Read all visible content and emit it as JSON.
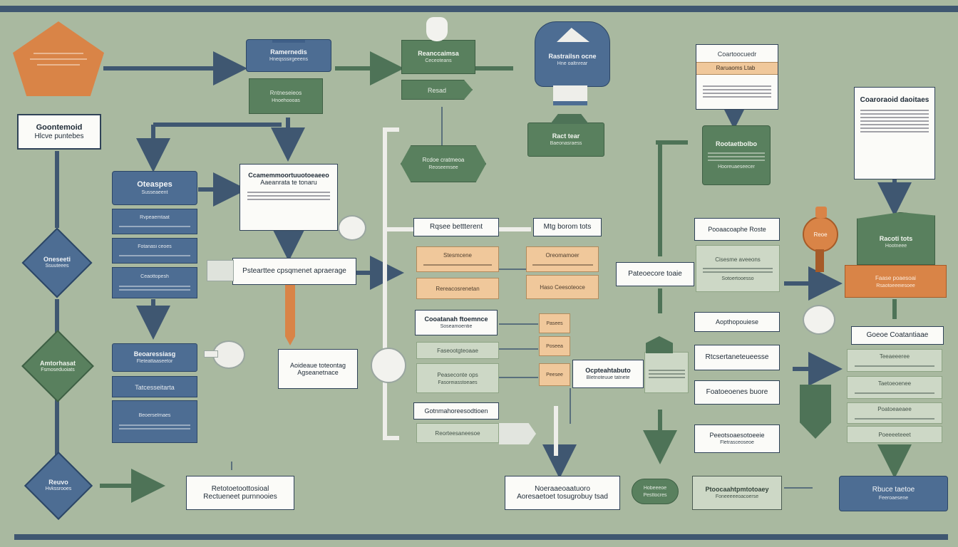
{
  "top_left_card": {
    "title": "Goontemoid",
    "sub": "Hlcve puntebes"
  },
  "left_diamond_1": {
    "title": "Oneseeti",
    "sub": "Ssuuteees"
  },
  "left_diamond_2": {
    "title": "Amtorhasat",
    "sub": "Fsmoseduoiats"
  },
  "left_diamond_3": {
    "title": "Reuvo",
    "sub": "Hvkssrooes"
  },
  "left_column_header": {
    "title": "Oteaspes",
    "sub": "Susseaeent"
  },
  "left_column_items": [
    "Rvpeaemtaat",
    "Fotanasi ceoes",
    "Ceaottopesh"
  ],
  "left_column2_header": {
    "title": "Beoaressiasg",
    "sub": "Fleteattaaseetor"
  },
  "left_column2_items": [
    "Tatcesseitarta",
    "Beoerselmaes"
  ],
  "top_blue_banner": {
    "title": "Ramernedis",
    "sub": "Hneqsssirgeeens"
  },
  "top_green_left": {
    "title": "Rntneseieos",
    "sub": "Hnoehoooas"
  },
  "top_center_banner": {
    "title": "Reanccaimsa",
    "sub": "Ceceoteans"
  },
  "center_tag": {
    "title": "Resad"
  },
  "top_right_shield": {
    "title": "Rastrailsn ocne",
    "sub": "Hne oaltnrear"
  },
  "right_note": {
    "title": "Coartoocuedr",
    "tab": "Raruaoms Ltab"
  },
  "right_green_box": {
    "title": "Rootaetbolbo",
    "sub": "Hooreuaeseecer"
  },
  "far_right_paper": {
    "title": "Coaroraoid daoitaes"
  },
  "requirements_card": {
    "title": "Ccamemmoortuuotoeaeeo",
    "sub": "Aaeanrata te tonaru"
  },
  "center_long_card": {
    "title": "Pstearttee cpsqmenet apraerage"
  },
  "hexagon_center": {
    "title": "Rcdoe cratmeoa",
    "sub": "Reoseemsee"
  },
  "small_green_tag": {
    "title": "Ract tear",
    "sub": "Baeonasraess"
  },
  "middle_left_label": {
    "title": "Rqsee bettterent"
  },
  "middle_right_label": {
    "title": "Mtg borom tots"
  },
  "tan_left_1": {
    "title": "Stesmcene"
  },
  "tan_left_2": {
    "title": "Rereacosrenetan"
  },
  "tan_right_1": {
    "title": "Oreomamoer"
  },
  "tan_right_2": {
    "title": "Haso Ceesoteoce"
  },
  "center_card_a": {
    "title": "Cooatanah ftoemnce",
    "sub": "Soseamoentie"
  },
  "center_sage_a": {
    "title": "Faseootgteoaae"
  },
  "center_sage_b": {
    "title": "Peaseconte ops",
    "sub": "Fasoreiasstoeaes"
  },
  "center_card_b": {
    "title": "Gotnmahoreesodtioen"
  },
  "center_sage_c": {
    "title": "Reorteesaneesoe"
  },
  "small_tan_stack": [
    "Pasees",
    "Poseea",
    "Peesee"
  ],
  "opera_card": {
    "title": "Ocpteahtabuto",
    "sub": "Bletnoteuue tatnete"
  },
  "action_card": {
    "title": "Aoideaue toteontag",
    "sub": "Agseanetnace"
  },
  "bottom_card_1": {
    "title": "Retotoetoottosioal",
    "sub": "Rectueneet purnnooies"
  },
  "bottom_card_2": {
    "title": "Noeraaeoaatuoro",
    "sub": "Aoresaetoet tosugrobuy tsad"
  },
  "bottom_green_oval": {
    "title": "Hobeeeoe",
    "sub": "Pesttocres"
  },
  "bottom_sage_card": {
    "title": "Ptoocaahtpmtotoaey",
    "sub": "Foneeeeeoacoerse"
  },
  "bottom_right_blue": {
    "title": "Rbuce taetoe",
    "sub": "Feeroaesene"
  },
  "right_col_1": {
    "title": "Pooaacoaphe Roste"
  },
  "right_col_1_sub": {
    "title": "Cisesme aveeons",
    "sub": "Sotoertooesso"
  },
  "right_col_2": {
    "title": "Aopthopouiese"
  },
  "right_col_3": {
    "title": "Rtcsertaneteueesse"
  },
  "right_col_4": {
    "title": "Foatoeoenes buore"
  },
  "right_col_5": {
    "title": "Peeotsoaesotoeeie",
    "sub": "Fletrasceoseoe"
  },
  "process_card": {
    "title": "Pateoecore toaie"
  },
  "right_stack_header": {
    "title": "Goeoe Coatantiaae"
  },
  "right_stack_items": [
    "Teeaeeeree",
    "Taetoeoenee",
    "Poatoeaeaee",
    "Poeeeeteeet"
  ],
  "orange_medal": {
    "title": "Reoe"
  },
  "right_green_flag": {
    "title": "Racoti tots",
    "sub": "Hootneee"
  },
  "right_orange_box": {
    "title": "Faase poaesoai",
    "sub": "Rsaotoeeeiesoee"
  },
  "colors": {
    "background": "#a9b9a0",
    "blue": "#4d6d93",
    "navy": "#2f4258",
    "green": "#59805e",
    "orange": "#d98447",
    "tan": "#f0c89b",
    "sage": "#cdd8c6"
  }
}
